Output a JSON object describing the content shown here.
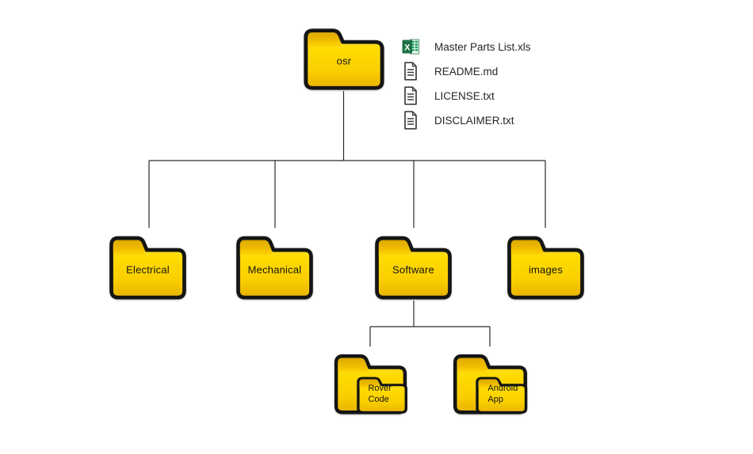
{
  "tree": {
    "root": {
      "label": "osr",
      "files": [
        {
          "name": "Master Parts List.xls",
          "icon": "excel-file-icon"
        },
        {
          "name": "README.md",
          "icon": "text-document-icon"
        },
        {
          "name": "LICENSE.txt",
          "icon": "text-document-icon"
        },
        {
          "name": "DISCLAIMER.txt",
          "icon": "text-document-icon"
        }
      ],
      "children": [
        {
          "label": "Electrical"
        },
        {
          "label": "Mechanical"
        },
        {
          "label": "Software",
          "children": [
            {
              "label": "Rover Code"
            },
            {
              "label": "Android App"
            }
          ]
        },
        {
          "label": "images"
        }
      ]
    }
  },
  "colors": {
    "folder_yellow": "#FFDA00",
    "folder_gold_dark": "#E8B200",
    "folder_tab_gold": "#DDA800",
    "folder_outline": "#151515",
    "excel_green": "#1E7145",
    "excel_green_light": "#21A366",
    "document_gray": "#3d3d3d",
    "connector_line": "#2a2a2a",
    "label_text": "#141414",
    "background": "#ffffff"
  }
}
